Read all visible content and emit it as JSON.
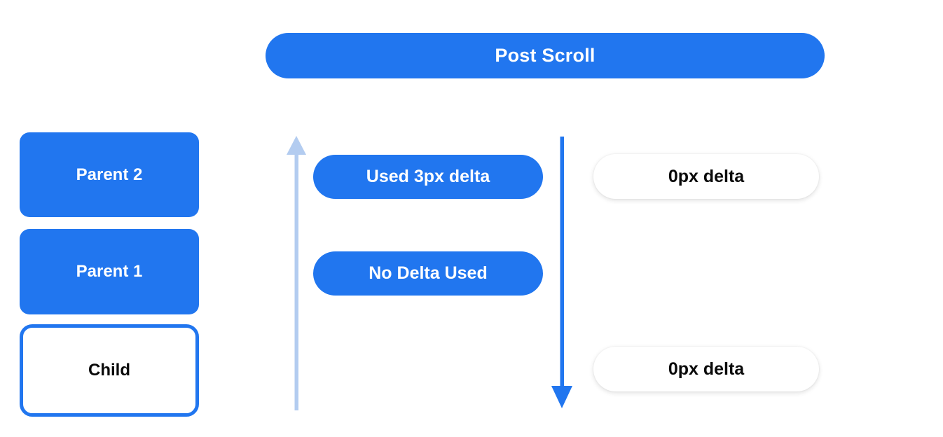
{
  "header": {
    "title": "Post Scroll"
  },
  "colors": {
    "primary_blue": "#2176ef",
    "light_blue": "#b3ccf0",
    "text_dark": "#0a0a0a",
    "text_light": "#ffffff",
    "background": "#ffffff"
  },
  "scroll_stack": {
    "boxes": [
      {
        "label": "Parent 2",
        "style": "filled"
      },
      {
        "label": "Parent 1",
        "style": "filled"
      },
      {
        "label": "Child",
        "style": "outlined"
      }
    ]
  },
  "arrows": [
    {
      "name": "scroll-up-arrow",
      "direction": "up",
      "color": "#b3ccf0",
      "semantic": "arrow-up-icon"
    },
    {
      "name": "scroll-down-arrow",
      "direction": "down",
      "color": "#2176ef",
      "semantic": "arrow-down-icon"
    }
  ],
  "delta_annotations": {
    "center": [
      {
        "label": "Used 3px delta"
      },
      {
        "label": "No Delta Used"
      }
    ],
    "right": [
      {
        "label": "0px delta"
      },
      {
        "label": "0px delta"
      }
    ]
  }
}
